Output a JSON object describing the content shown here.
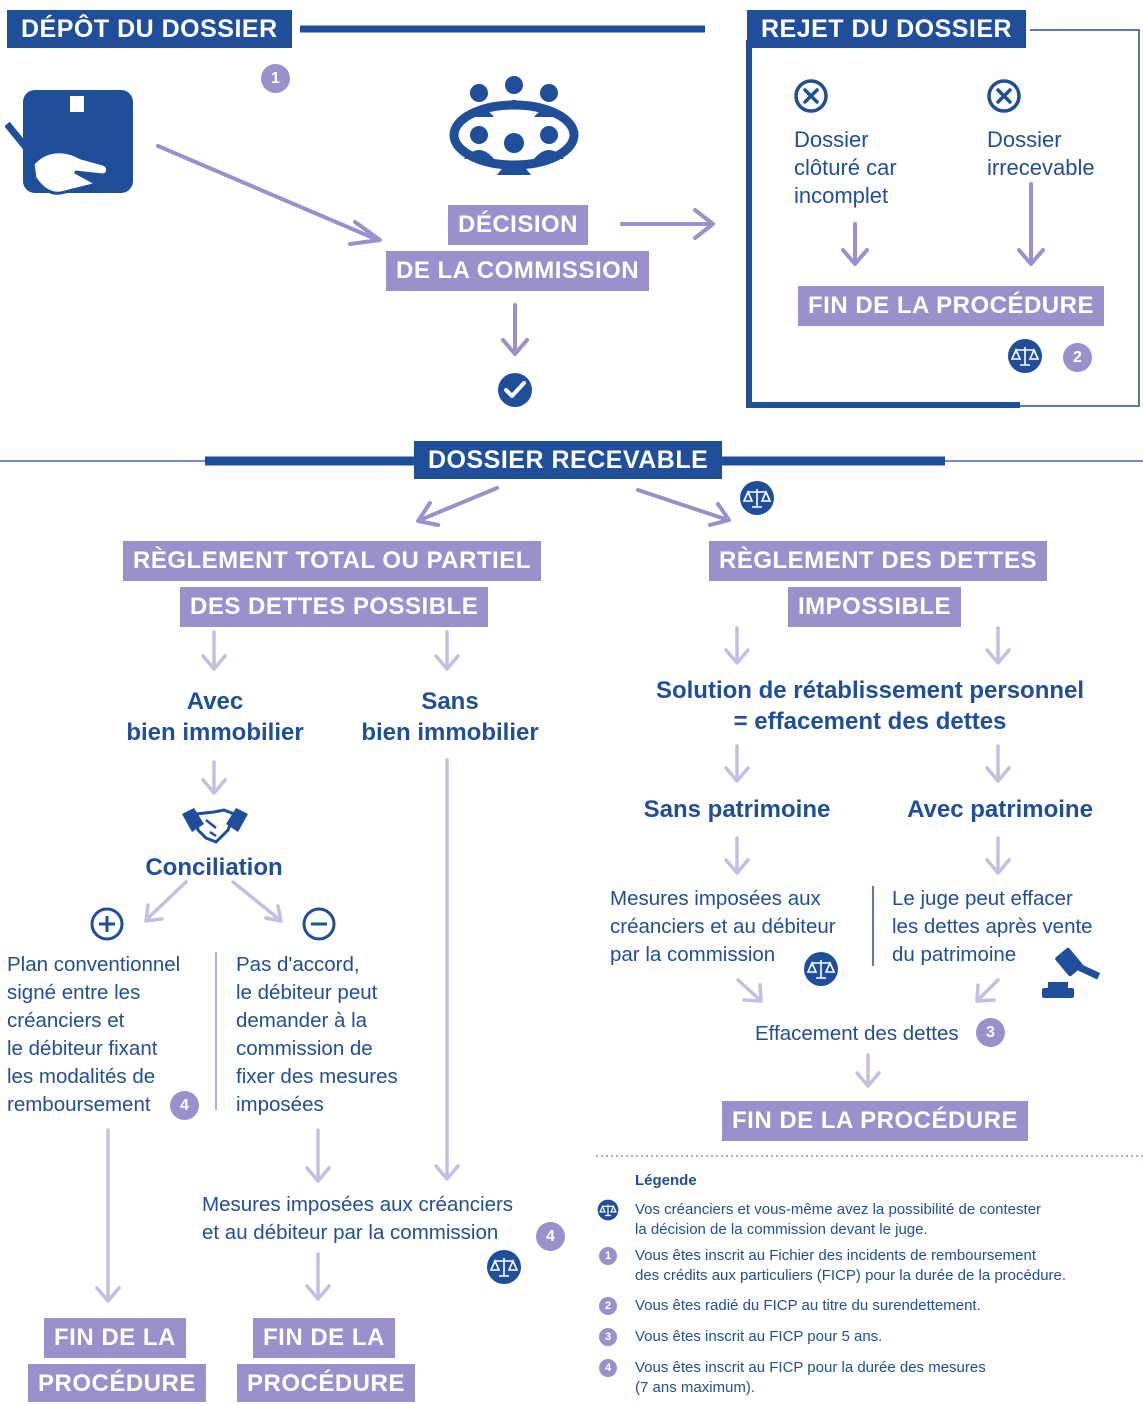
{
  "colors": {
    "dark_blue": "#1f4e9a",
    "lavender": "#9b8fcc",
    "light_lavender": "#c6bee2"
  },
  "headers": {
    "depot": "DÉPÔT DU DOSSIER",
    "rejet": "REJET DU DOSSIER",
    "recevable": "DOSSIER RECEVABLE"
  },
  "decision": {
    "line1": "DÉCISION",
    "line2": "DE LA COMMISSION"
  },
  "rejet": {
    "incomplet": "Dossier\nclôturé car\nincomplet",
    "irrecevable": "Dossier\nirrecevable",
    "fin": "FIN DE LA PROCÉDURE"
  },
  "left": {
    "title1": "RÈGLEMENT TOTAL OU PARTIEL",
    "title2": "DES DETTES POSSIBLE",
    "avec": "Avec\nbien immobilier",
    "sans": "Sans\nbien immobilier",
    "conciliation": "Conciliation",
    "plan": "Plan conventionnel\nsigné entre les\ncréanciers et\nle débiteur fixant\nles modalités de\nremboursement",
    "pas_accord": "Pas d'accord,\nle débiteur peut\ndemander à la\ncommission de\nfixer des mesures\nimposées",
    "mesures": "Mesures imposées aux créanciers\net au débiteur par la commission",
    "fin1a": "FIN DE LA",
    "fin1b": "PROCÉDURE",
    "fin2a": "FIN DE LA",
    "fin2b": "PROCÉDURE"
  },
  "right": {
    "title1": "RÈGLEMENT DES DETTES",
    "title2": "IMPOSSIBLE",
    "solution": "Solution de rétablissement personnel\n= effacement des dettes",
    "sans_patrimoine": "Sans patrimoine",
    "avec_patrimoine": "Avec patrimoine",
    "mesures": "Mesures imposées aux\ncréanciers et au débiteur\npar la commission",
    "juge": "Le juge peut effacer\nles dettes après vente\ndu patrimoine",
    "effacement": "Effacement des dettes",
    "fin": "FIN DE LA PROCÉDURE"
  },
  "badges": {
    "b1": "1",
    "b2": "2",
    "b3": "3",
    "b4": "4"
  },
  "legend": {
    "title": "Légende",
    "items": [
      "Vos créanciers et vous-même avez la possibilité de contester\nla décision de la commission devant le juge.",
      "Vous êtes inscrit au Fichier des incidents de remboursement\ndes crédits aux particuliers (FICP) pour la durée de la procédure.",
      "Vous êtes radié du FICP au titre du surendettement.",
      "Vous êtes inscrit au FICP pour 5 ans.",
      "Vous êtes inscrit au FICP pour la durée des mesures\n(7 ans maximum)."
    ]
  },
  "icons": [
    "document-hand-icon",
    "meeting-icon",
    "check-icon",
    "cross-circle-icon",
    "scales-icon",
    "handshake-icon",
    "plus-circle-icon",
    "minus-circle-icon",
    "gavel-icon"
  ]
}
